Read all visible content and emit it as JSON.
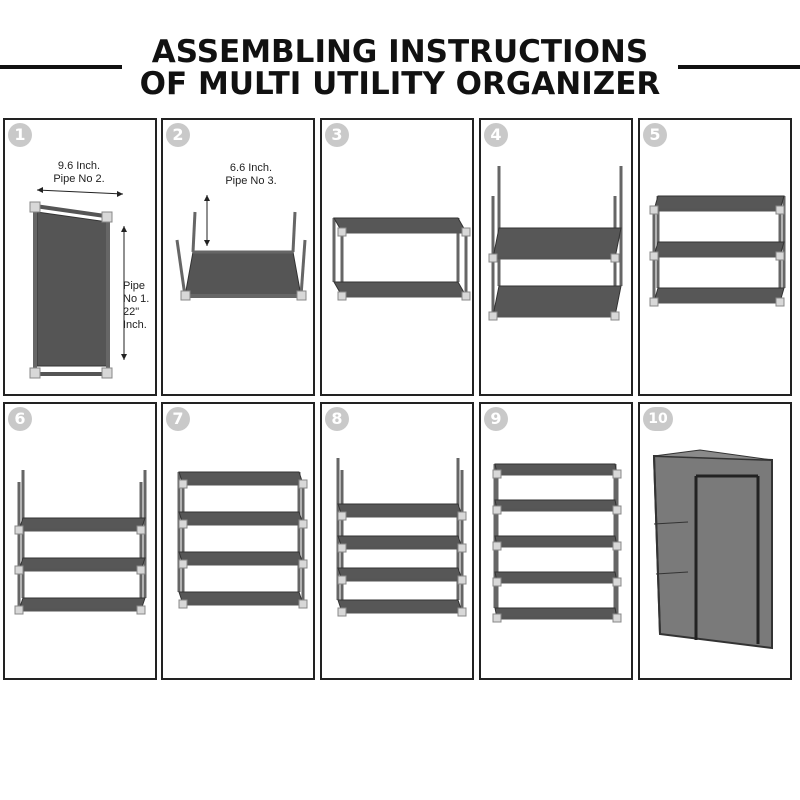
{
  "title": {
    "line1": "ASSEMBLING INSTRUCTIONS",
    "line2": "OF MULTI UTILITY ORGANIZER"
  },
  "steps": [
    {
      "number": "1",
      "annotations": {
        "width_label": "9.6 Inch.\nPipe No 2.",
        "height_label": "Pipe\nNo 1.\n22\"\nInch."
      }
    },
    {
      "number": "2",
      "annotations": {
        "pipe_label": "6.6 Inch.\nPipe No 3."
      }
    },
    {
      "number": "3"
    },
    {
      "number": "4"
    },
    {
      "number": "5"
    },
    {
      "number": "6"
    },
    {
      "number": "7"
    },
    {
      "number": "8"
    },
    {
      "number": "9"
    },
    {
      "number": "10"
    }
  ],
  "colors": {
    "frame": "#444444",
    "shelf": "#5a5a5a",
    "joint": "#cfcfcf",
    "cover": "#7a7a7a"
  }
}
